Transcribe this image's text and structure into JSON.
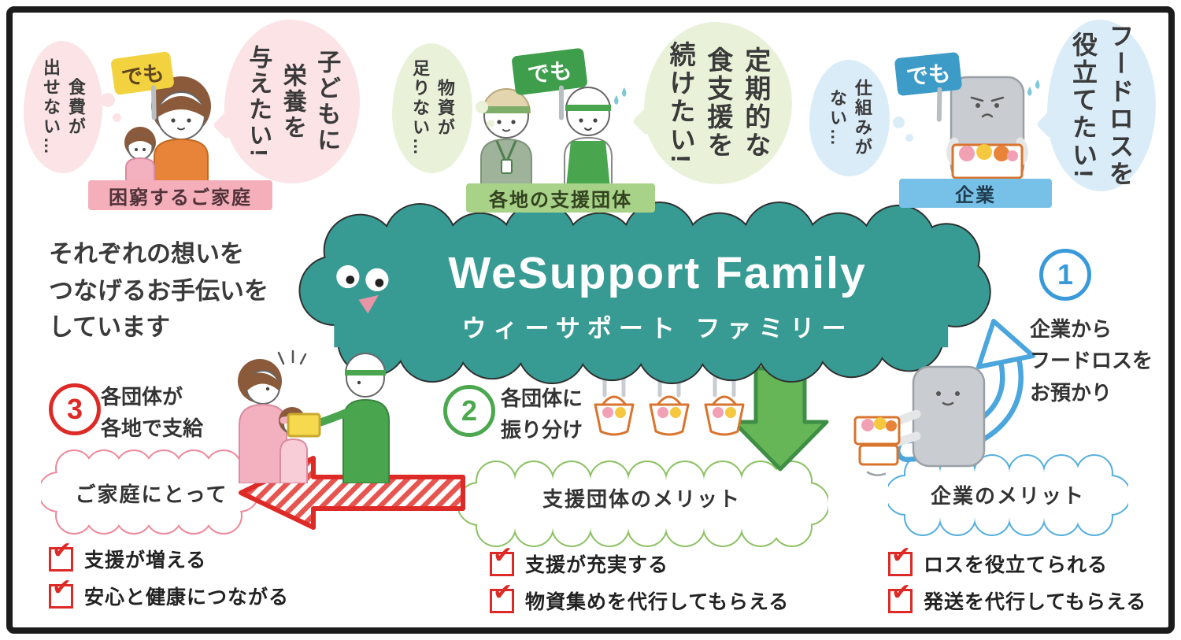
{
  "title": {
    "en": "WeSupport Family",
    "ja": "ウィーサポート ファミリー"
  },
  "intro": {
    "lines": [
      "それぞれの想いを",
      "つなげるお手伝いを",
      "しています"
    ]
  },
  "scenes": [
    {
      "id": "family",
      "worry_lines": [
        "食費が",
        "出せない…"
      ],
      "demo": "でも",
      "wish_lines": [
        "子どもに",
        "栄養を",
        "与えたい!"
      ],
      "label": "困窮するご家庭"
    },
    {
      "id": "organization",
      "worry_lines": [
        "物資が",
        "足りない…"
      ],
      "demo": "でも",
      "wish_lines": [
        "定期的な",
        "食支援を",
        "続けたい!"
      ],
      "label": "各地の支援団体"
    },
    {
      "id": "company",
      "worry_lines": [
        "仕組みが",
        "ない…"
      ],
      "demo": "でも",
      "wish_lines": [
        "フードロスを",
        "役立てたい!"
      ],
      "label": "企業"
    }
  ],
  "steps": [
    {
      "number": "1",
      "lines": [
        "企業から",
        "フードロスを",
        "お預かり"
      ]
    },
    {
      "number": "2",
      "lines": [
        "各団体に",
        "振り分け"
      ]
    },
    {
      "number": "3",
      "lines": [
        "各団体が",
        "各地で支給"
      ]
    }
  ],
  "benefits": [
    {
      "heading": "ご家庭にとって",
      "items": [
        "支援が増える",
        "安心と健康につながる"
      ]
    },
    {
      "heading": "支援団体のメリット",
      "items": [
        "支援が充実する",
        "物資集めを代行してもらえる"
      ]
    },
    {
      "heading": "企業のメリット",
      "items": [
        "ロスを役立てられる",
        "発送を代行してもらえる"
      ]
    }
  ],
  "icons": {
    "check": "✔"
  },
  "colors": {
    "teal": "#379b93",
    "pink": "#ee8a9c",
    "pale_pink": "#fbe3e6",
    "green": "#4ca84f",
    "pale_green": "#e9f2d9",
    "blue": "#4aa6dc",
    "pale_blue": "#d9ecf8",
    "red": "#dd2a26",
    "yellow": "#f2d33f",
    "orange": "#e8833a"
  }
}
